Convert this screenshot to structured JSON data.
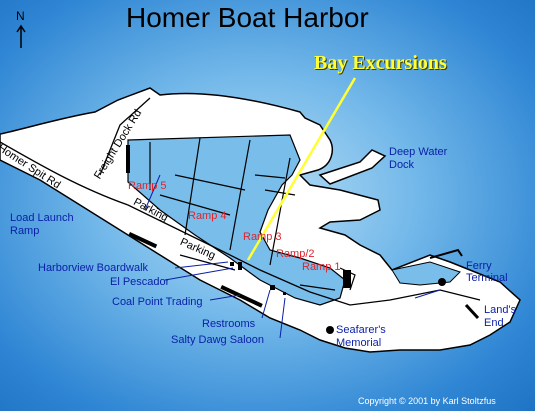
{
  "title": "Homer Boat Harbor",
  "highlight": {
    "label": "Bay Excursions",
    "color": "#ffff33"
  },
  "north": "N",
  "roads": {
    "spit": "Homer Spit Rd",
    "freight": "Freight Dock Rd",
    "parking1": "Parking",
    "parking2": "Parking"
  },
  "ramps": [
    "Ramp 5",
    "Ramp 4",
    "Ramp 3",
    "Ramp/2",
    "Ramp 1"
  ],
  "places": {
    "deep_water_dock_1": "Deep Water",
    "deep_water_dock_2": "Dock",
    "load_launch_1": "Load Launch",
    "load_launch_2": "Ramp",
    "harborview": "Harborview Boardwalk",
    "pescador": "El Pescador",
    "coal_point": "Coal Point Trading",
    "restrooms": "Restrooms",
    "salty_dawg": "Salty Dawg Saloon",
    "seafarers_1": "Seafarer's",
    "seafarers_2": "Memorial",
    "ferry_1": "Ferry",
    "ferry_2": "Terminal",
    "lands_end_1": "Land's",
    "lands_end_2": "End"
  },
  "copyright": "Copyright © 2001 by Karl Stoltzfus",
  "colors": {
    "land": "#ffffff",
    "water": "#3f8fd8",
    "ramp_text": "#e0242c",
    "label_text": "#0a1fa6"
  }
}
